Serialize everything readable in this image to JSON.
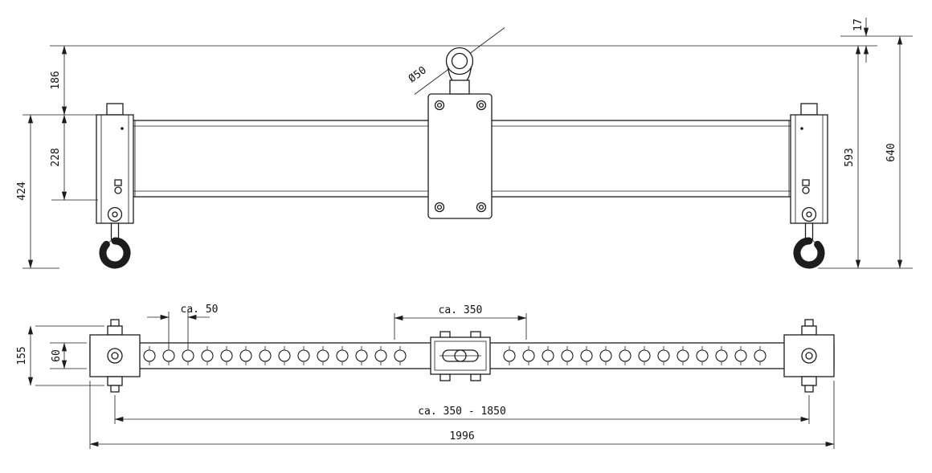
{
  "front_view": {
    "dims": {
      "top_to_bracket": "186",
      "bracket_to_pin": "228",
      "bracket_to_hook": "424",
      "eye_offset": "17",
      "ref_to_hook": "593",
      "overall_height": "640",
      "eye_diameter": "Ø50"
    }
  },
  "plan_view": {
    "dims": {
      "hole_pitch": "ca. 50",
      "center_span": "ca. 350",
      "end_fitting_height": "155",
      "beam_width": "60",
      "hook_spacing_range": "ca. 350 - 1850",
      "overall_length": "1996"
    }
  }
}
